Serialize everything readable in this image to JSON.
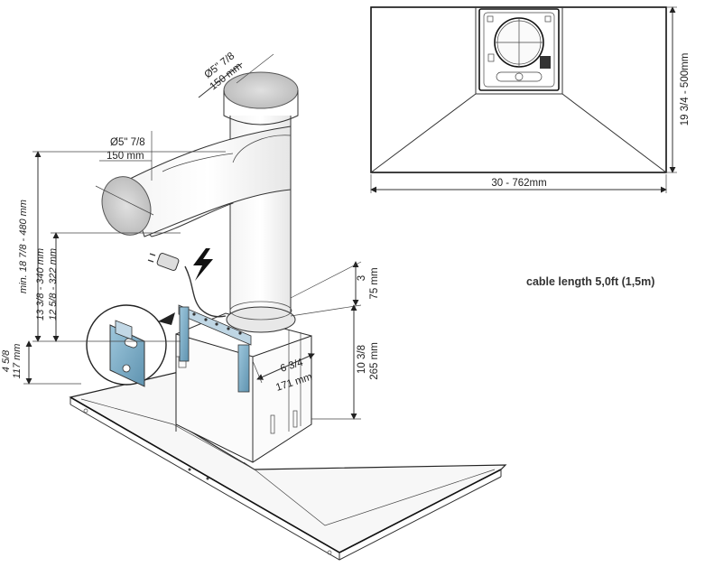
{
  "labels": {
    "top_duct_diameter_in": "Ø5\" 7/8",
    "top_duct_diameter_mm": "150 mm",
    "rear_duct_diameter_in": "Ø5\" 7/8",
    "rear_duct_diameter_mm": "150 mm",
    "total_height": "min. 18 7/8 - 480 mm",
    "height_range_in": "13 3/8 - 340 mm",
    "height_range_mm": "12 5/8 - 322 mm",
    "bracket_height_in": "4 5/8",
    "bracket_height_mm": "117 mm",
    "top_offset_in": "3",
    "top_offset_mm": "75 mm",
    "chimney_height_in": "10 3/8",
    "chimney_height_mm": "265 mm",
    "chimney_depth_in": "6 3/4",
    "chimney_depth_mm": "171 mm",
    "hood_depth": "19 3/4 - 500mm",
    "hood_width": "30 - 762mm",
    "cable_note": "cable length 5,0ft (1,5m)"
  },
  "icons": {
    "power": "lightning-bolt-icon",
    "plug": "power-plug-icon",
    "detail": "bracket-detail-magnifier"
  }
}
